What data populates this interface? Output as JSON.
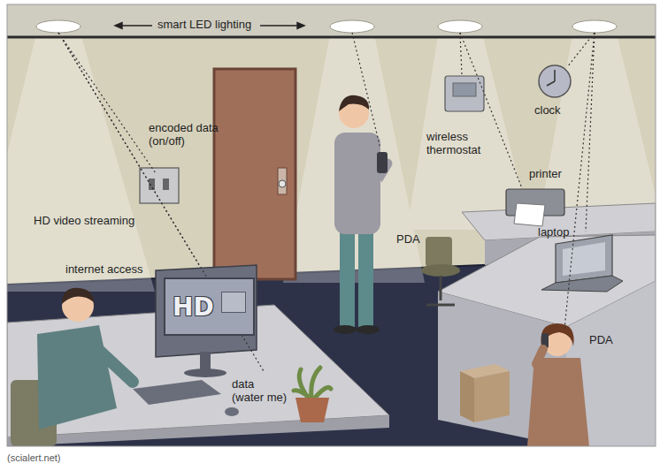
{
  "diagram": {
    "caption": "(scialert.net)",
    "nodes": [
      {
        "text": [
          "HD"
        ]
      }
    ],
    "labels": [
      "smart LED lighting",
      "encoded data (on/off)",
      "wireless thermostat",
      "clock",
      "HD video streaming",
      "PDA",
      "printer",
      "internet access",
      "laptop",
      "data (water me)",
      "PDA"
    ]
  }
}
